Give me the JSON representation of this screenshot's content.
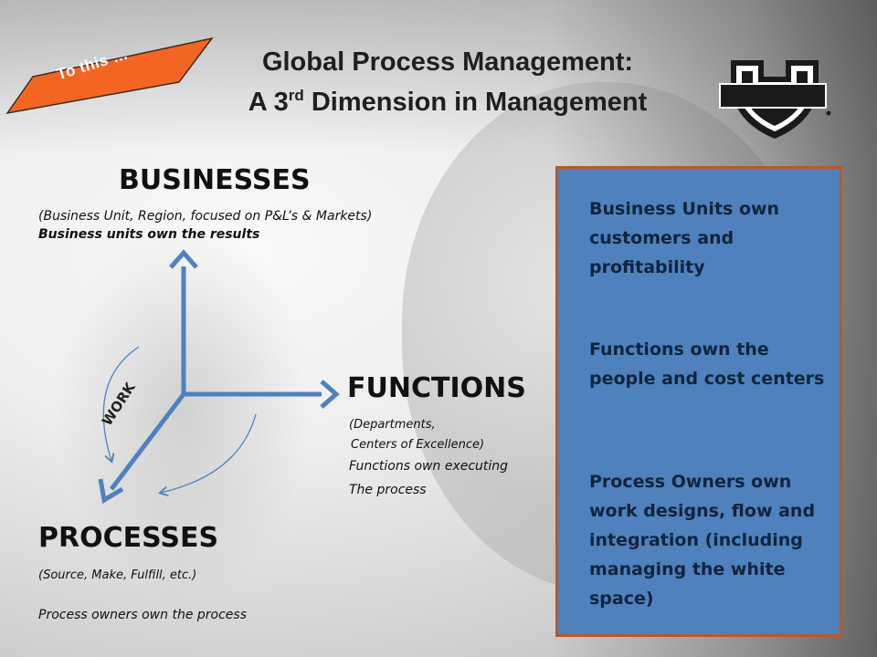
{
  "tag": {
    "text": "To this …",
    "fill": "#f26522"
  },
  "title": {
    "line1": "Global Process Management:",
    "line2_pre": "A 3",
    "line2_sup": "rd",
    "line2_post": " Dimension in Management"
  },
  "diagram": {
    "businesses": {
      "title": "BUSINESSES",
      "detail": "(Business Unit, Region, focused on P&L’s & Markets)",
      "ownership": "Business units own the results"
    },
    "functions": {
      "title": "FUNCTIONS",
      "detail_1": "(Departments,",
      "detail_2": "Centers of Excellence)",
      "ownership_1": "Functions own executing",
      "ownership_2": "The process"
    },
    "processes": {
      "title": "PROCESSES",
      "detail": "(Source, Make, Fulfill, etc.)",
      "ownership": "Process owners own the process"
    },
    "work_label": "WORK",
    "axis_color": "#4f81bd"
  },
  "panel": {
    "fill": "#4f81bd",
    "border": "#b35a2a",
    "items": [
      "Business Units own customers and profitability",
      "Functions own the people and cost centers",
      "Process Owners own work designs, flow and integration (including managing the white space)"
    ]
  },
  "logo": {
    "icon": "shield-logo-icon"
  }
}
